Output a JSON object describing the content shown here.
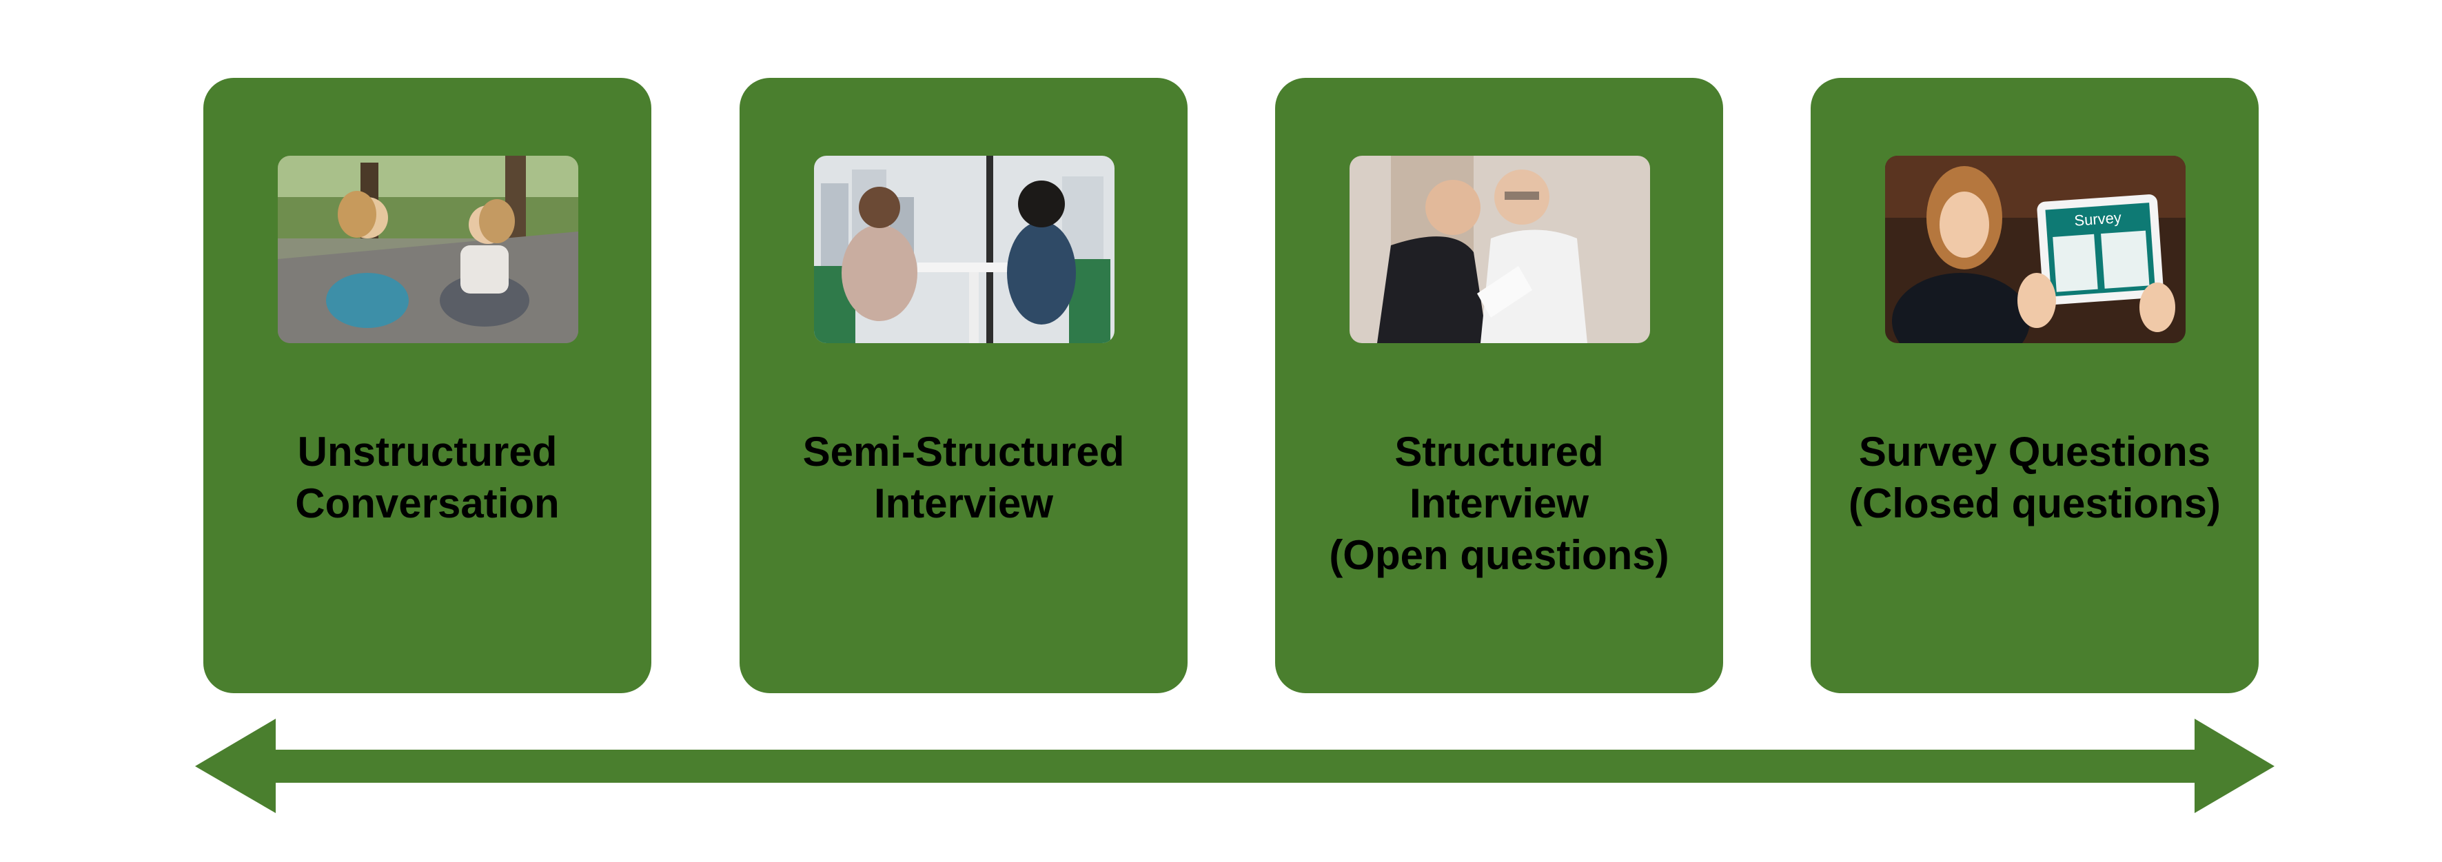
{
  "colors": {
    "card": "#4a7f2e",
    "arrow": "#4a7f2e",
    "text": "#000000"
  },
  "cards": [
    {
      "lines": [
        "Unstructured",
        "Conversation"
      ],
      "photo": "two children sitting on a path talking"
    },
    {
      "lines": [
        "Semi-Structured",
        "Interview"
      ],
      "photo": "two women talking across a table"
    },
    {
      "lines": [
        "Structured",
        "Interview",
        "(Open questions)"
      ],
      "photo": "two men reviewing a paper"
    },
    {
      "lines": [
        "Survey Questions",
        "(Closed questions)"
      ],
      "photo": "woman holding a tablet with a survey form",
      "tablet_text": "Survey"
    }
  ],
  "arrow": {
    "direction": "double-headed"
  }
}
